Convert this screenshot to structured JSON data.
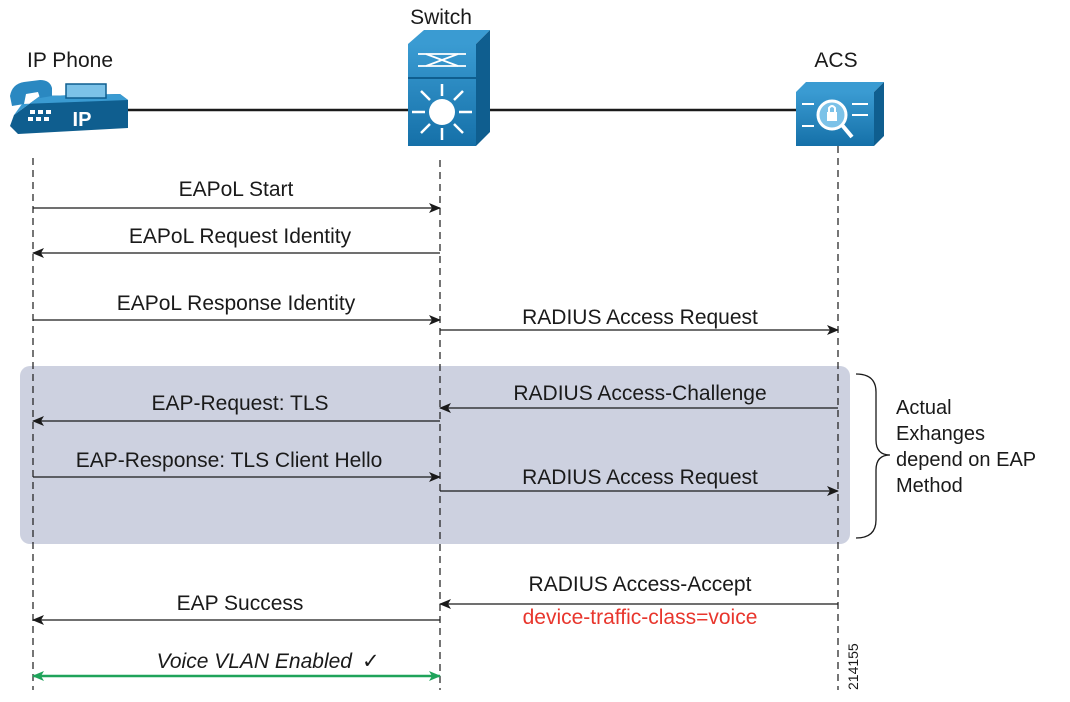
{
  "nodes": {
    "phone": {
      "label": "IP Phone",
      "icon": "ip-phone-icon",
      "badge": "IP"
    },
    "switch": {
      "label": "Switch",
      "icon": "multilayer-switch-icon"
    },
    "acs": {
      "label": "ACS",
      "icon": "acs-server-icon"
    }
  },
  "messages": [
    {
      "id": "eapol-start",
      "text": "EAPoL Start",
      "from": "phone",
      "to": "switch"
    },
    {
      "id": "eapol-request-identity",
      "text": "EAPoL Request Identity",
      "from": "switch",
      "to": "phone"
    },
    {
      "id": "eapol-response-identity",
      "text": "EAPoL Response Identity",
      "from": "phone",
      "to": "switch"
    },
    {
      "id": "radius-access-request-1",
      "text": "RADIUS Access Request",
      "from": "switch",
      "to": "acs"
    },
    {
      "id": "radius-access-challenge",
      "text": "RADIUS Access-Challenge",
      "from": "acs",
      "to": "switch"
    },
    {
      "id": "eap-request-tls",
      "text": "EAP-Request: TLS",
      "from": "switch",
      "to": "phone"
    },
    {
      "id": "eap-response-tls-client-hello",
      "text": "EAP-Response: TLS Client Hello",
      "from": "phone",
      "to": "switch"
    },
    {
      "id": "radius-access-request-2",
      "text": "RADIUS Access Request",
      "from": "switch",
      "to": "acs"
    },
    {
      "id": "radius-access-accept",
      "text": "RADIUS Access-Accept",
      "from": "acs",
      "to": "switch"
    },
    {
      "id": "eap-success",
      "text": "EAP Success",
      "from": "switch",
      "to": "phone"
    }
  ],
  "attribute": {
    "text": "device-traffic-class=voice",
    "color": "#e8362d"
  },
  "result": {
    "text": "Voice VLAN Enabled",
    "check": "✓",
    "color": "#1fa35a",
    "check_icon": "checkmark-icon"
  },
  "exchange_note": {
    "lines": [
      "Actual",
      "Exhanges",
      "depend on EAP",
      "Method"
    ]
  },
  "figure_number": "214155",
  "colors": {
    "lines": "#1a1a1a",
    "device": "#1e7fb8",
    "device_dark": "#0f5e8f",
    "exchange_band": "#cdd1e0"
  }
}
